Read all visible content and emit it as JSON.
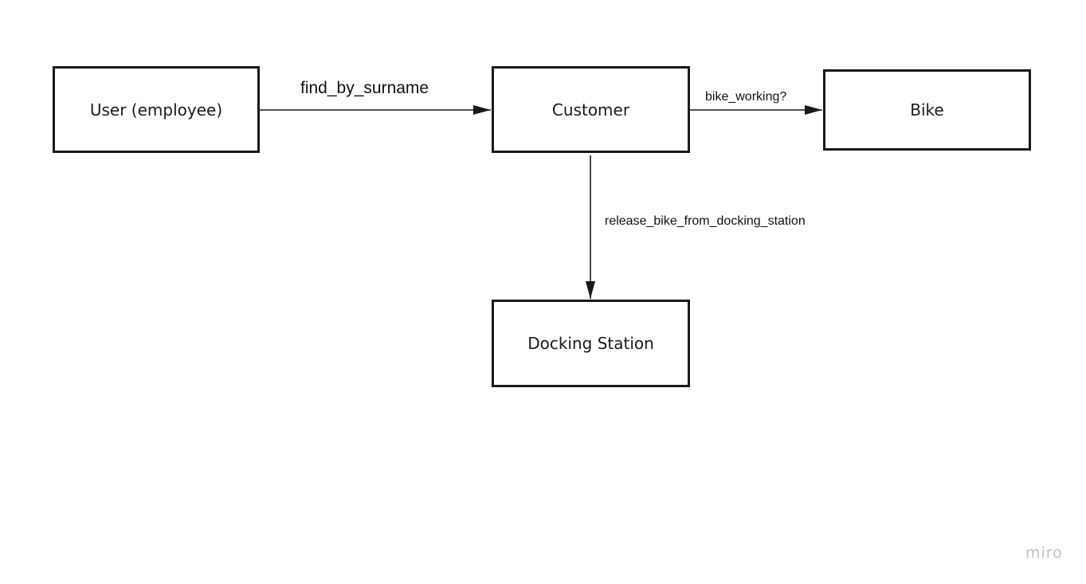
{
  "nodes": {
    "user": "User (employee)",
    "customer": "Customer",
    "bike": "Bike",
    "docking_station": "Docking Station"
  },
  "edges": {
    "user_to_customer": "find_by_surname",
    "customer_to_bike": "bike_working?",
    "customer_to_docking_station": "release_bike_from_docking_station"
  },
  "watermark": "miro",
  "colors": {
    "stroke": "#1a1a1a",
    "text": "#1a1a1a",
    "watermark": "#c2c2c2"
  }
}
